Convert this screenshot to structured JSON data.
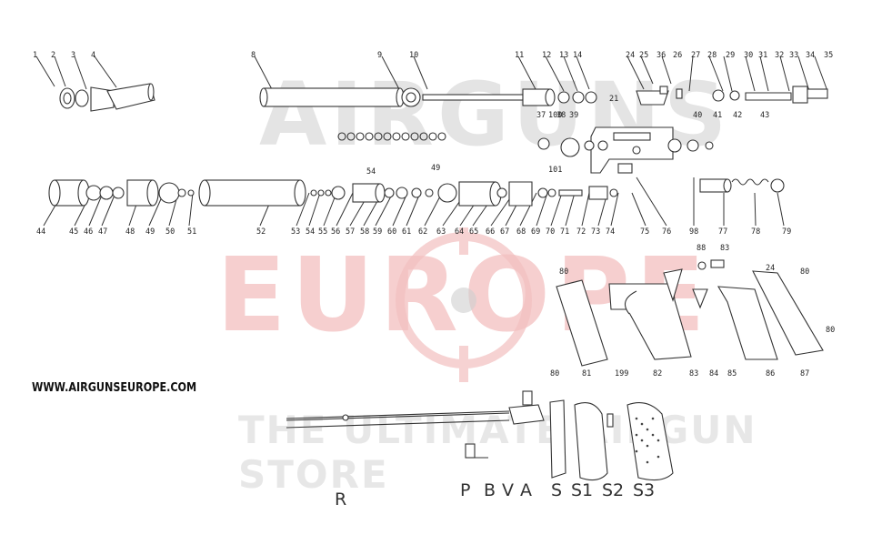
{
  "watermark": {
    "brand_top": "AIRGUNS",
    "brand_main": "EUROPE",
    "tagline": "THE ULTIMATE AIRGUN STORE"
  },
  "website": "WWW.AIRGUNSEUROPE.COM",
  "colors": {
    "line": "#333333",
    "watermark_red": "#f3c0c0",
    "watermark_grey": "#cfcfcf"
  },
  "part_numbers": [
    "1",
    "2",
    "3",
    "4",
    "8",
    "9",
    "10",
    "11",
    "12",
    "13",
    "14",
    "21",
    "24",
    "25",
    "36",
    "26",
    "27",
    "28",
    "29",
    "30",
    "31",
    "32",
    "33",
    "34",
    "35",
    "37",
    "38",
    "100",
    "39",
    "40",
    "41",
    "42",
    "43",
    "101",
    "54",
    "49",
    "44",
    "45",
    "46",
    "47",
    "48",
    "49",
    "50",
    "51",
    "52",
    "53",
    "54",
    "55",
    "56",
    "57",
    "58",
    "59",
    "60",
    "61",
    "62",
    "63",
    "64",
    "65",
    "66",
    "67",
    "68",
    "69",
    "70",
    "71",
    "72",
    "73",
    "74",
    "75",
    "76",
    "98",
    "77",
    "78",
    "79",
    "88",
    "83",
    "80",
    "24",
    "80",
    "80",
    "80",
    "81",
    "199",
    "82",
    "83",
    "84",
    "85",
    "86",
    "87"
  ],
  "letter_parts": [
    "R",
    "P",
    "B",
    "V",
    "A",
    "S",
    "S1",
    "S2",
    "S3"
  ]
}
